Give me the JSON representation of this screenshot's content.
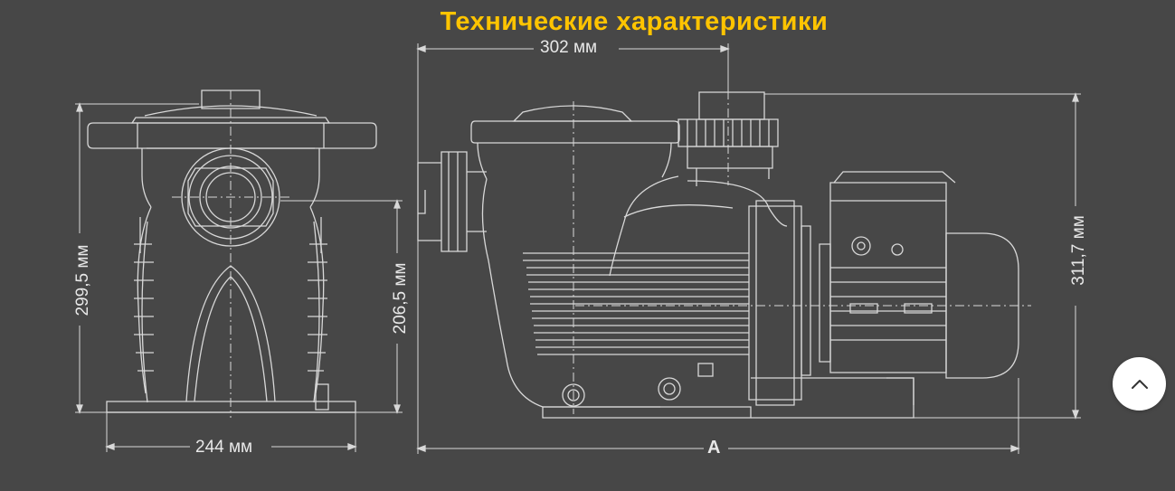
{
  "title": "Технические характеристики",
  "dimensions": {
    "front_width": "244 мм",
    "front_height": "299,5 мм",
    "front_inlet_height": "206,5 мм",
    "side_top_length": "302 мм",
    "side_height": "311,7 мм",
    "side_total_length": "A"
  },
  "colors": {
    "background": "#474747",
    "title": "#ffc400",
    "lines": "#e0e0e0"
  },
  "icons": {
    "scroll_top": "chevron-up-icon"
  }
}
